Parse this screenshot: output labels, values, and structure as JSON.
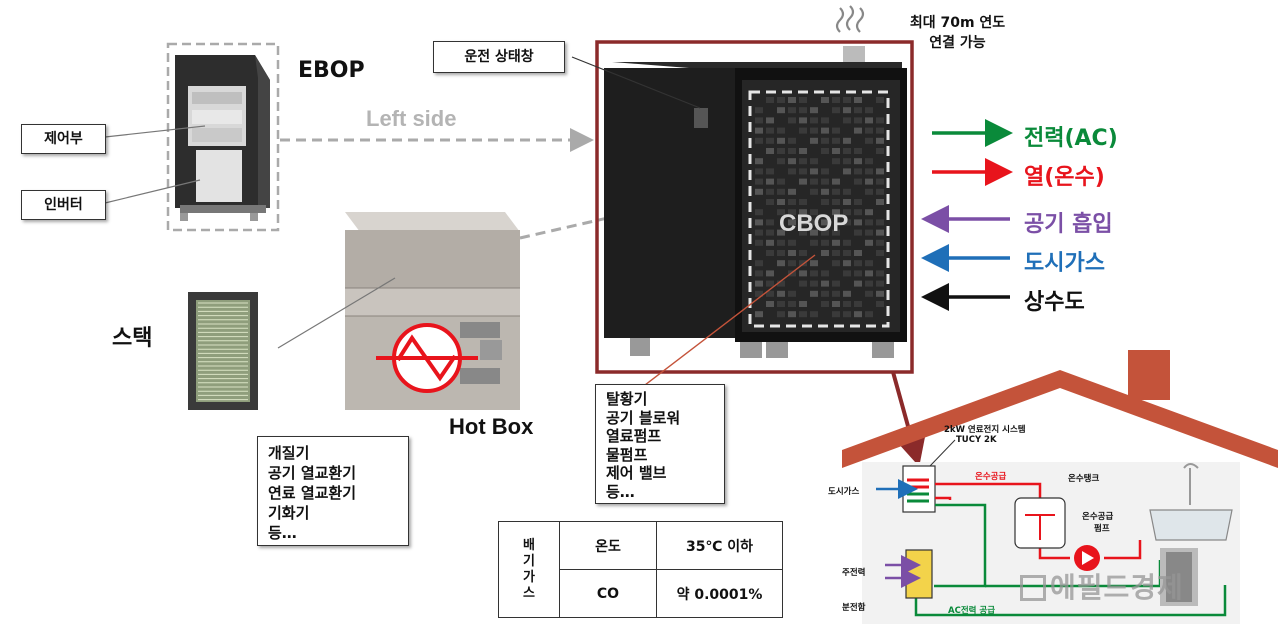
{
  "labels": {
    "ebop": "EBOP",
    "left_side": "Left side",
    "control": "제어부",
    "inverter": "인버터",
    "stack": "스택",
    "hotbox": "Hot Box",
    "status_window": "운전 상태창",
    "flue_line1": "최대 70m 연도",
    "flue_line2": "연결 가능",
    "cbop": "CBOP"
  },
  "legend": [
    {
      "label": "전력(AC)",
      "color": "#0a8a3a",
      "direction": "right"
    },
    {
      "label": "열(온수)",
      "color": "#e8141c",
      "direction": "right"
    },
    {
      "label": "공기 흡입",
      "color": "#7b4fa6",
      "direction": "left"
    },
    {
      "label": "도시가스",
      "color": "#1f6fb8",
      "direction": "left"
    },
    {
      "label": "상수도",
      "color": "#111111",
      "direction": "left"
    }
  ],
  "hotbox_list": [
    "개질기",
    "공기 열교환기",
    "연료 열교환기",
    "기화기",
    "등…"
  ],
  "cbop_list": [
    "탈황기",
    "공기 블로워",
    "열료펌프",
    "물펌프",
    "제어 밸브",
    "등…"
  ],
  "exhaust": {
    "header": "배기가스",
    "rows": [
      {
        "item": "온도",
        "value": "35℃ 이하"
      },
      {
        "item": "CO",
        "value": "약 0.0001%"
      }
    ]
  },
  "house": {
    "system_line1": "2kW 연료전지 시스템",
    "system_line2": "TUCY 2K",
    "city_gas": "도시가스",
    "hot_supply": "온수공급",
    "tank": "온수탱크",
    "pump_line1": "온수공급",
    "pump_line2": "펌프",
    "main_power": "주전력",
    "panel": "분전함",
    "ac_supply": "AC전력 공급"
  },
  "watermark": "에필드경제",
  "colors": {
    "frame": "#8b2a2a",
    "roof": "#c4533a",
    "green": "#0a8a3a",
    "red": "#e8141c",
    "purple": "#7b4fa6",
    "blue": "#1f6fb8"
  }
}
